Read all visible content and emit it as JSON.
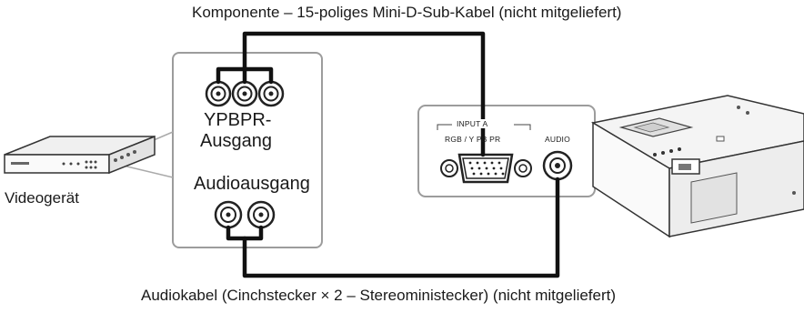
{
  "captions": {
    "top_cable": "Komponente – 15-poliges Mini-D-Sub-Kabel (nicht mitgeliefert)",
    "bottom_cable": "Audiokabel (Cinchstecker × 2 – Stereoministecker) (nicht mitgeliefert)"
  },
  "video_device": {
    "label": "Videogerät",
    "ypbpr_line1": "YPBPR-",
    "ypbpr_line2": "Ausgang",
    "audio_out": "Audioausgang"
  },
  "projector_panel": {
    "input_a": "INPUT A",
    "rgb": "RGB / Y PB PR",
    "audio": "AUDIO"
  }
}
